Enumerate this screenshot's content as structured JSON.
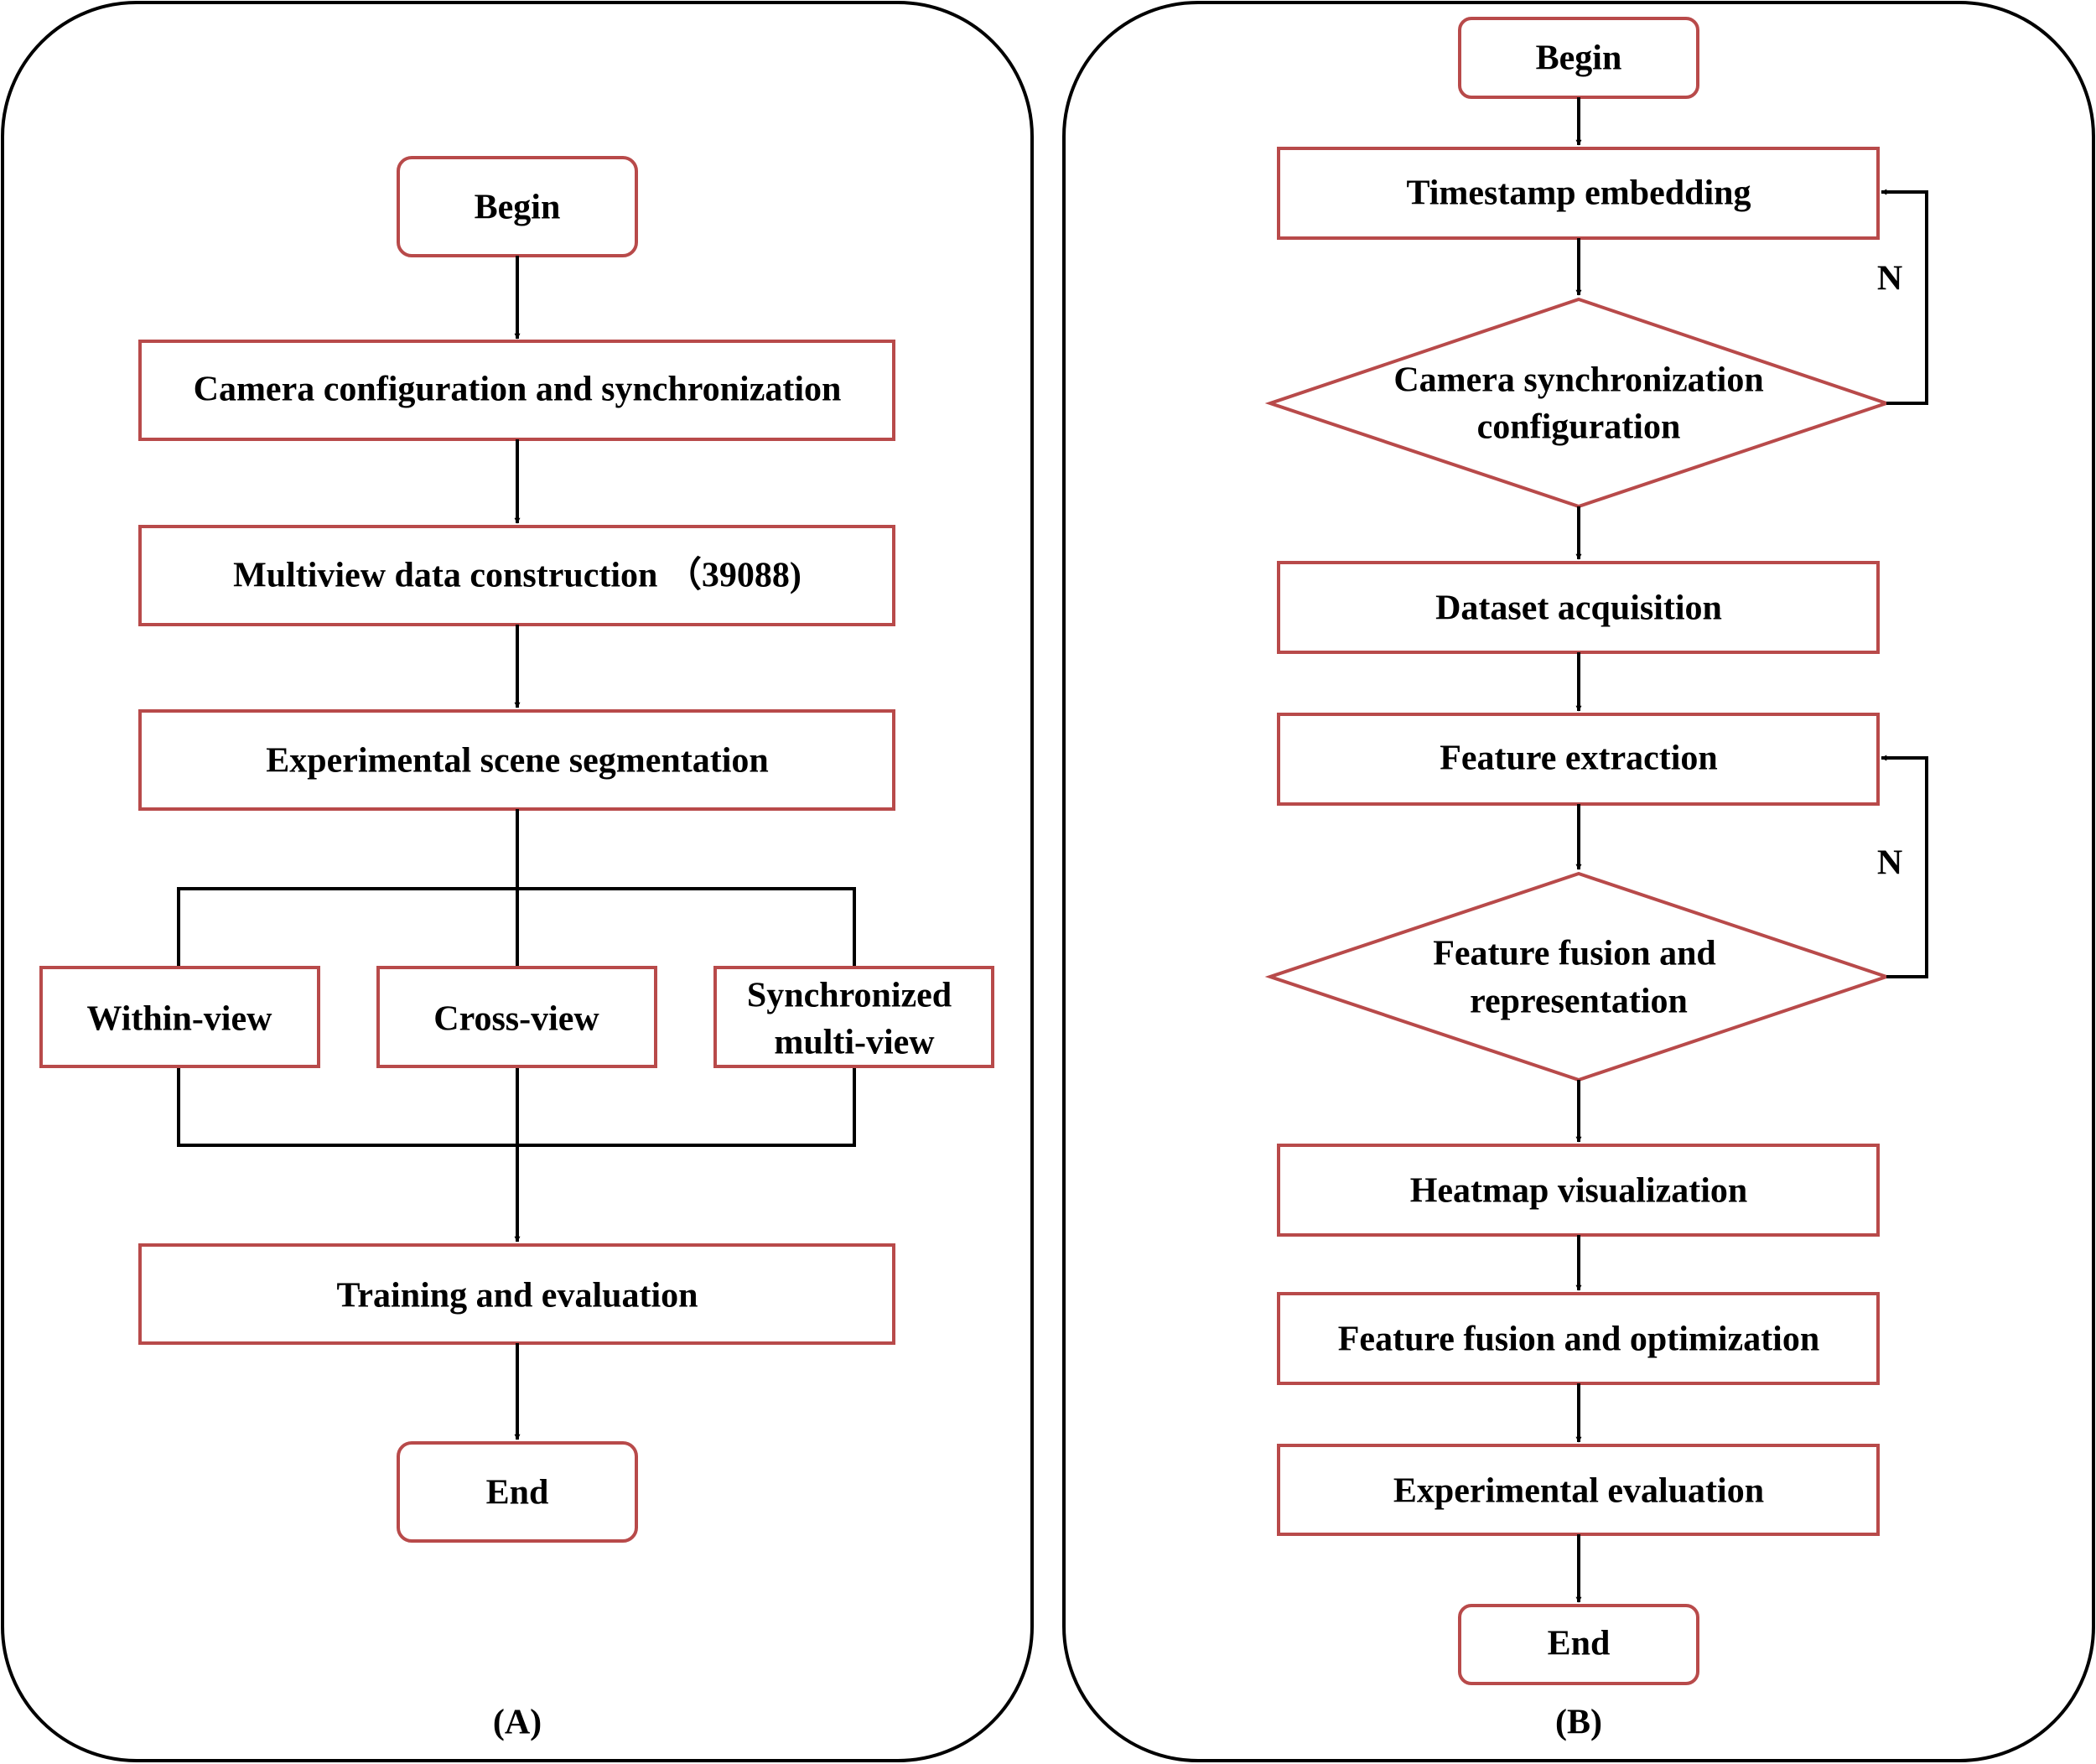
{
  "colors": {
    "box_stroke": "#b84a4a",
    "panel_stroke": "#000000",
    "connector": "#000000",
    "text": "#000000"
  },
  "panel_a": {
    "label": "(A)",
    "begin": "Begin",
    "camera_config": "Camera configuration and synchronization",
    "multiview": "Multiview data construction （39088)",
    "scene_seg": "Experimental scene segmentation",
    "within_view": "Within-view",
    "cross_view": "Cross-view",
    "sync_multiview_line1": "Synchronized",
    "sync_multiview_line2": "multi-view",
    "training": "Training and evaluation",
    "end": "End"
  },
  "panel_b": {
    "label": "(B)",
    "begin": "Begin",
    "timestamp": "Timestamp embedding",
    "cam_sync_line1": "Camera synchronization",
    "cam_sync_line2": "configuration",
    "dataset": "Dataset acquisition",
    "feature_extraction": "Feature extraction",
    "fusion_rep_line1": "Feature fusion and",
    "fusion_rep_line2": "representation",
    "heatmap": "Heatmap visualization",
    "fusion_opt": "Feature fusion and optimization",
    "exp_eval": "Experimental evaluation",
    "end": "End",
    "loop_label_1": "N",
    "loop_label_2": "N"
  }
}
